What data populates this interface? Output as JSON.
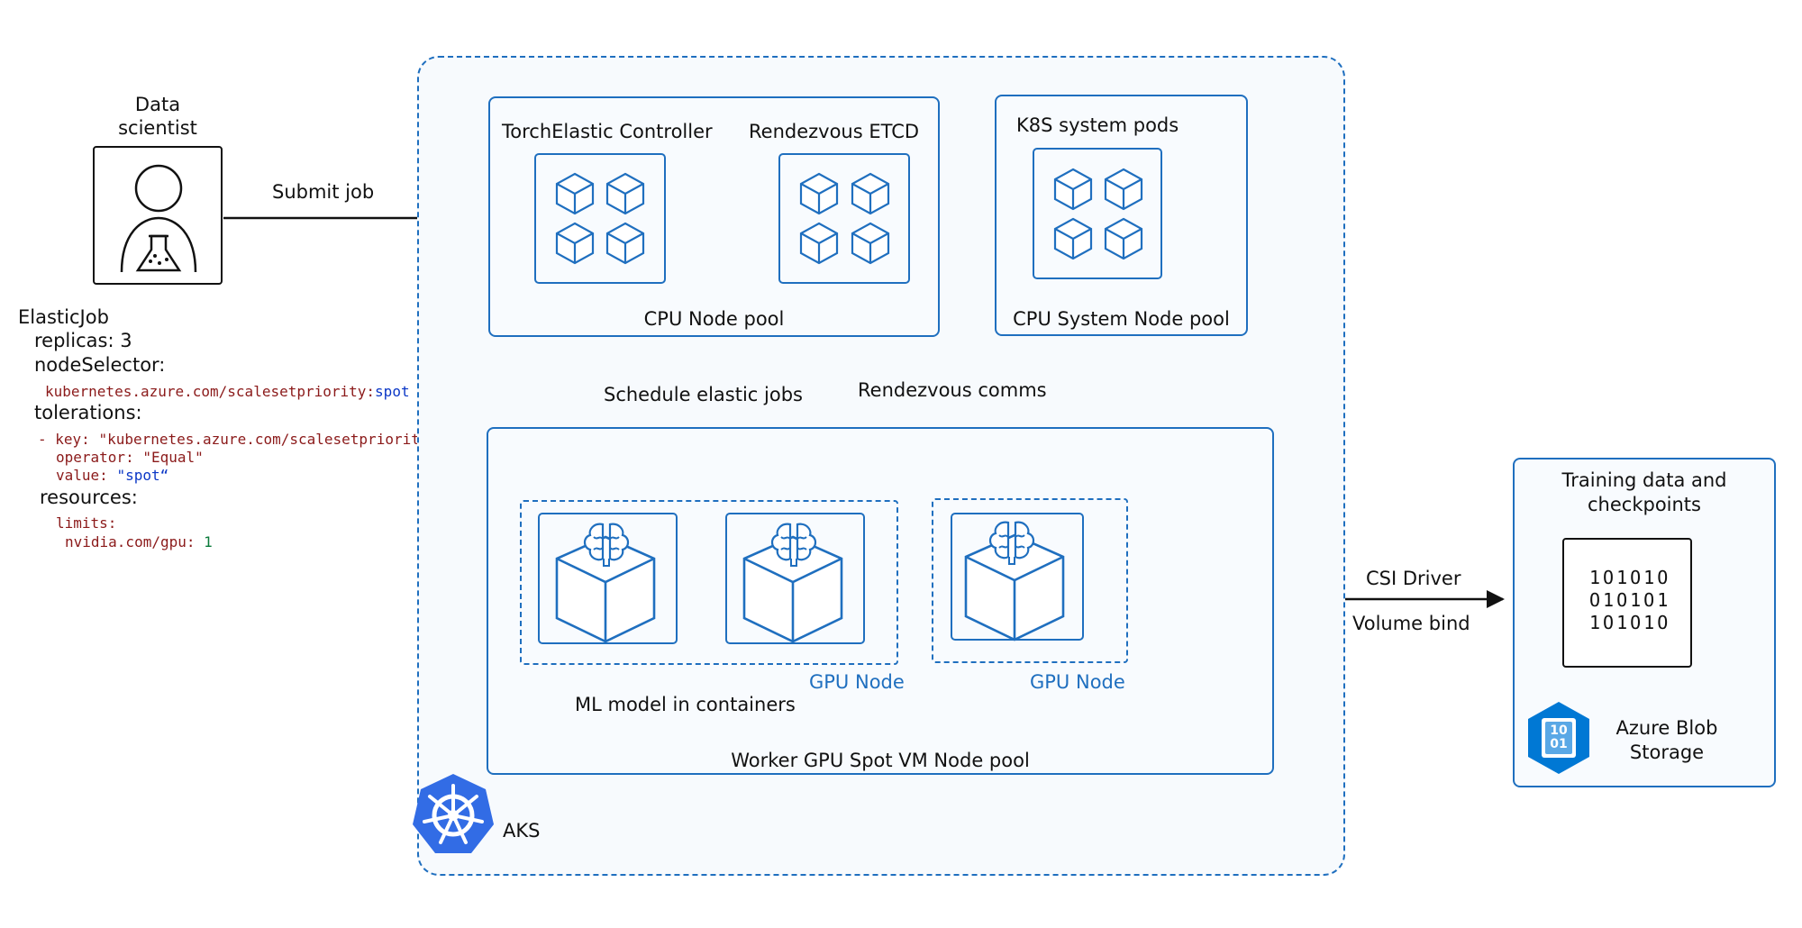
{
  "data_scientist": {
    "label": "Data\nscientist"
  },
  "arrows": {
    "submit_job": "Submit job",
    "schedule_elastic_jobs": "Schedule elastic jobs",
    "rendezvous_comms": "Rendezvous comms",
    "csi_driver": "CSI Driver",
    "volume_bind": "Volume bind"
  },
  "elasticjob": {
    "title": "ElasticJob",
    "replicas": "replicas: 3",
    "node_selector": "nodeSelector:",
    "node_selector_key": "kubernetes.azure.com/scalesetpriority:",
    "node_selector_value": "spot",
    "tolerations": "tolerations:",
    "tol_key_prefix": "- key: ",
    "tol_key_value": "\"kubernetes.azure.com/scalesetpriority\"",
    "tol_operator_prefix": "operator: ",
    "tol_operator_value": "\"Equal\"",
    "tol_value_prefix": "value: ",
    "tol_value_value": "\"spot“",
    "resources": "resources:",
    "limits": "limits:",
    "gpu_key": "nvidia.com/gpu: ",
    "gpu_value": "1"
  },
  "aks": {
    "label": "AKS",
    "cpu_pool": {
      "controller": "TorchElastic Controller",
      "etcd": "Rendezvous ETCD",
      "label": "CPU Node pool"
    },
    "system_pool": {
      "pods": "K8S system pods",
      "label": "CPU System Node pool"
    },
    "worker_pool": {
      "label": "Worker GPU Spot VM Node pool",
      "gpu_node_1": "GPU Node",
      "gpu_node_2": "GPU Node",
      "ml_model": "ML model in containers"
    }
  },
  "storage": {
    "title": "Training data and\ncheckpoints",
    "binary_1": "1O1O1O",
    "binary_2": "O1O1O1",
    "binary_3": "1O1O1O",
    "icon_text": "10\n01",
    "service": "Azure Blob\nStorage"
  },
  "colors": {
    "accent": "#1f6fbf",
    "k8s": "#326ce5",
    "azure_blue": "#0078d4"
  }
}
